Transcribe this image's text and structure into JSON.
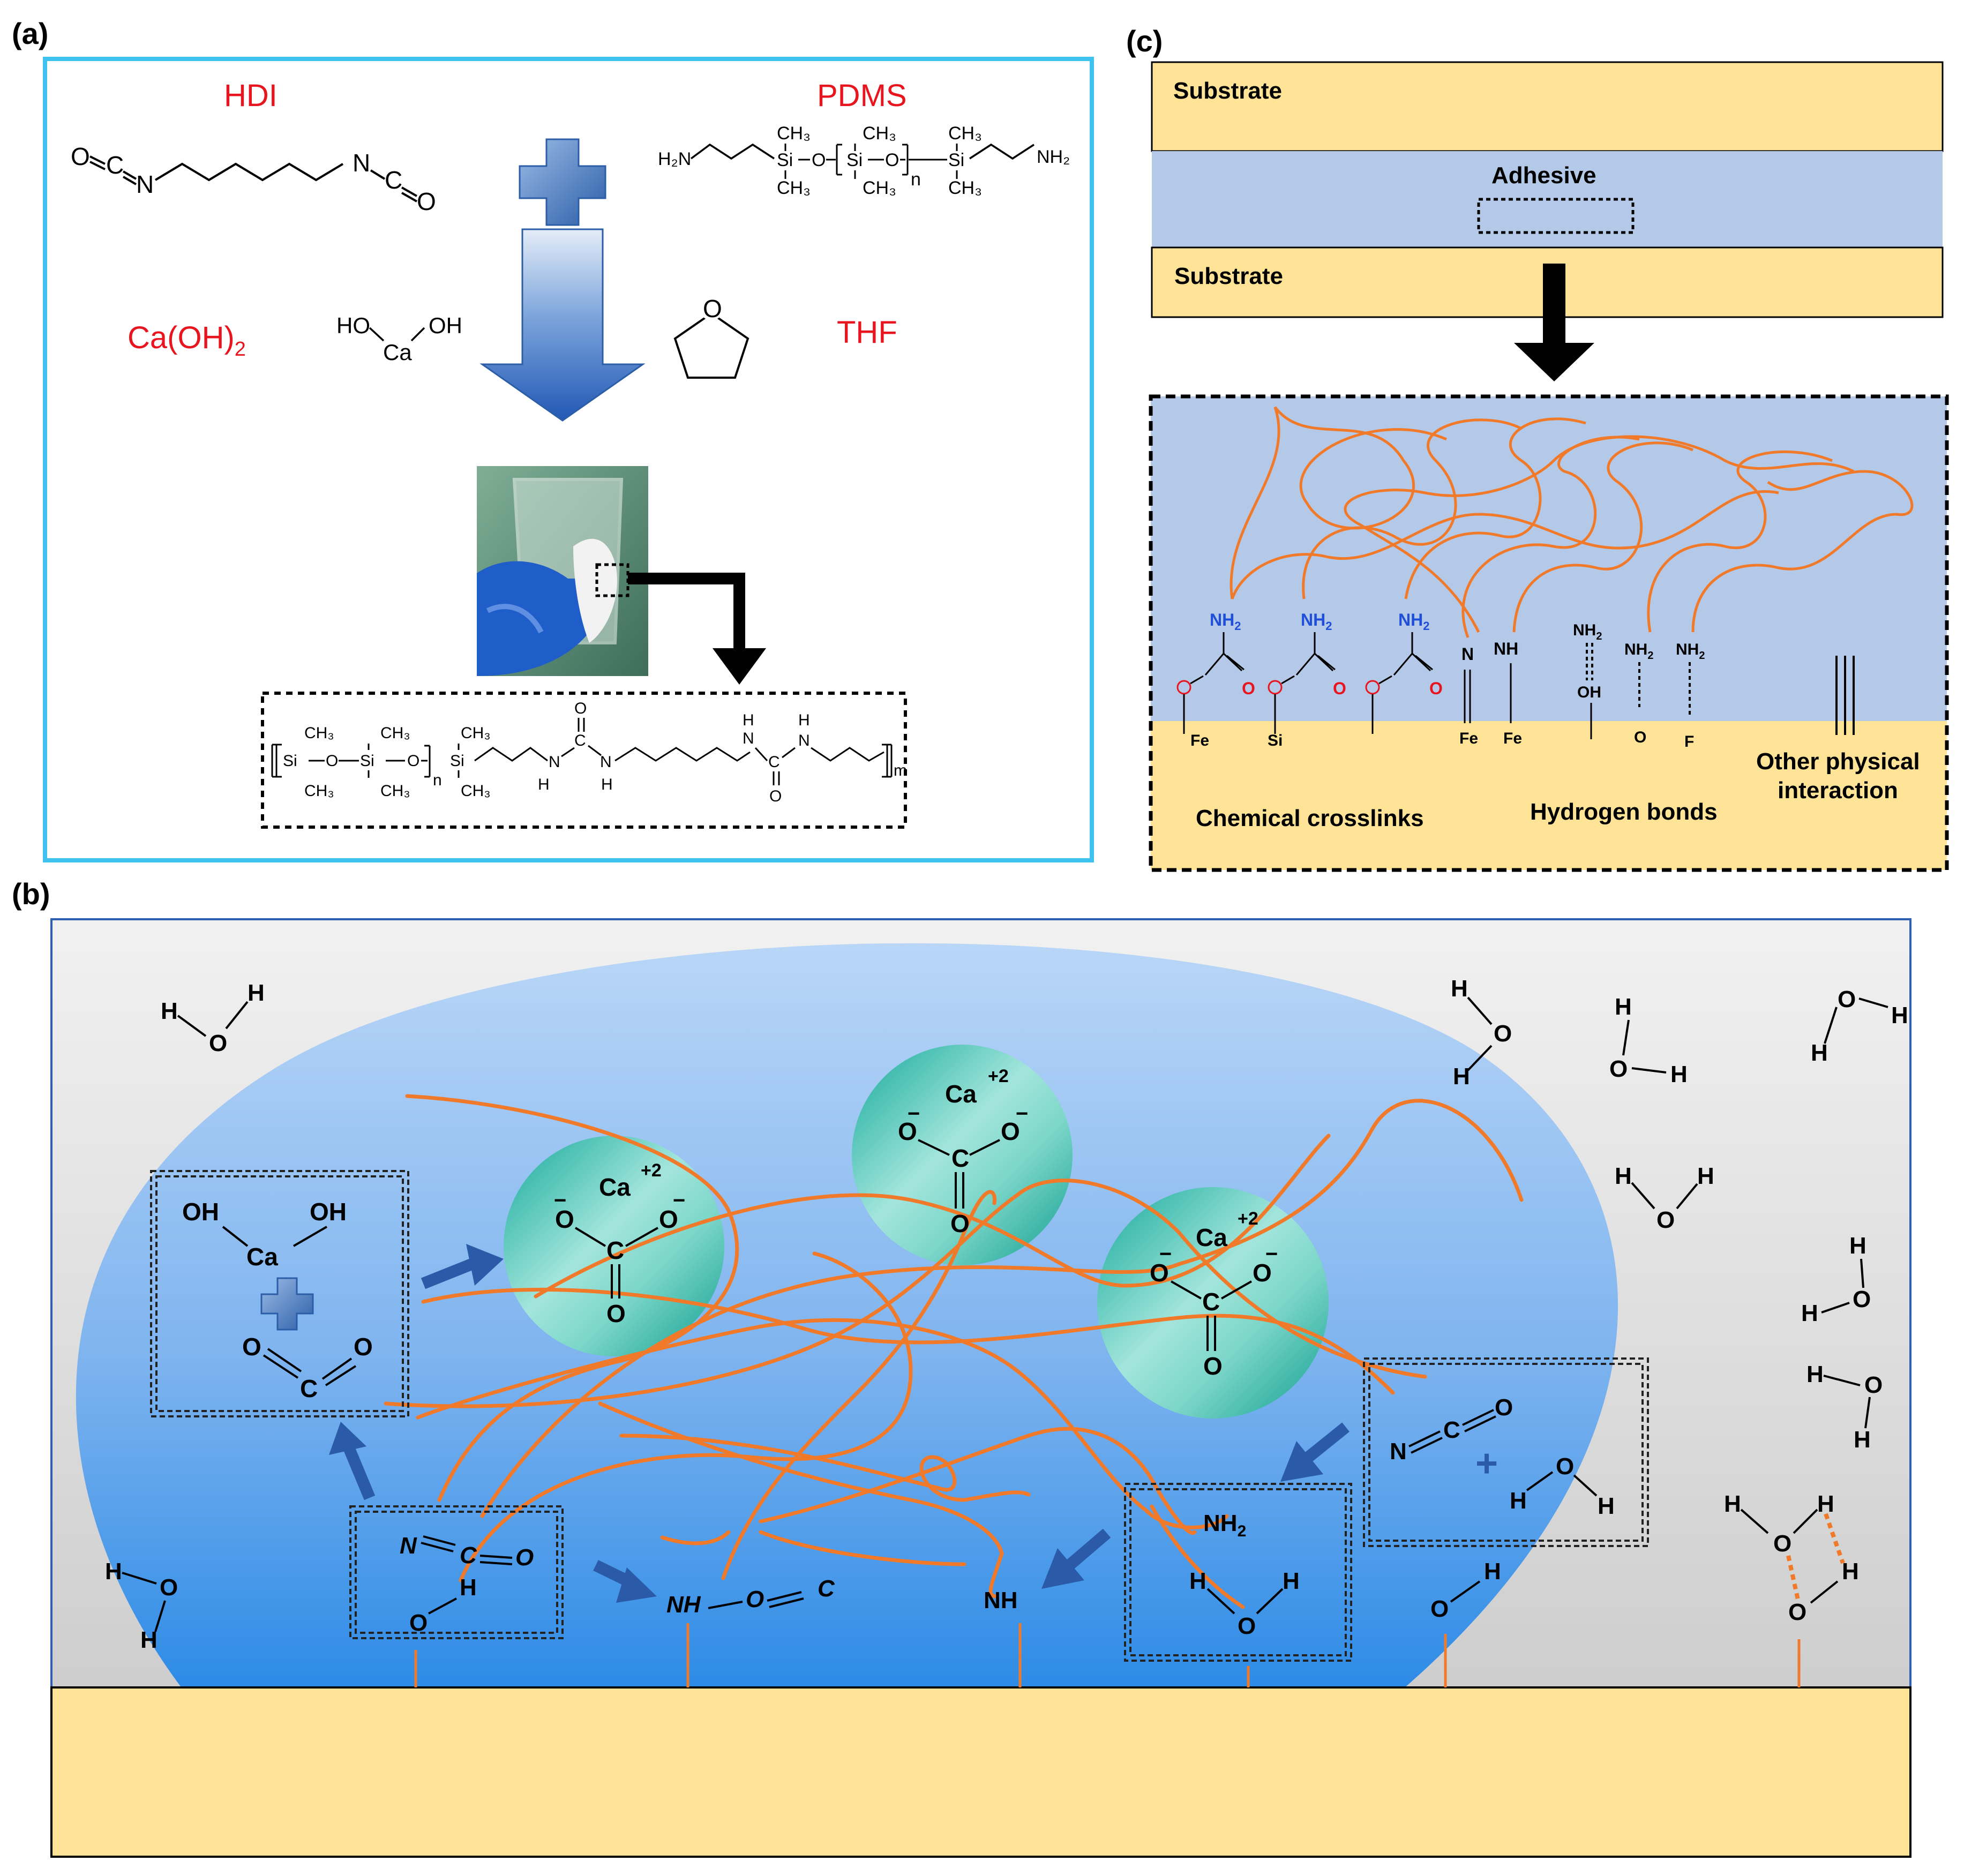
{
  "panel_a": {
    "label": "(a)",
    "hdi_label": "HDI",
    "pdms_label": "PDMS",
    "caoh2_label": "Ca(OH)",
    "caoh2_sub": "2",
    "thf_label": "THF",
    "colors": {
      "frame": "#3fc2ef",
      "reagent": "#e8151e",
      "arrow": "#2f6fc4",
      "plus": "#3a6fb5"
    },
    "hdi_formula": {
      "o_left": "O",
      "c_left": "C",
      "n_left": "N",
      "n_right": "N",
      "c_right": "C",
      "o_right": "O"
    },
    "pdms_formula": {
      "h2n": "H₂N",
      "ch3": "CH₃",
      "si": "Si",
      "o": "O",
      "n": "n",
      "nh2": "NH₂"
    },
    "caoh2_formula": {
      "ho": "HO",
      "oh": "OH",
      "ca": "Ca"
    },
    "thf_formula": {
      "o": "O"
    },
    "product_formula": {
      "ch3": "CH₃",
      "si": "Si",
      "o": "O",
      "n": "n",
      "nh": "N",
      "h": "H",
      "c": "C",
      "m": "m"
    },
    "photo_icon": "beaker-photo"
  },
  "panel_b": {
    "label": "(b)",
    "colors": {
      "chain": "#f07a2a",
      "arrow": "#2a5aa8",
      "ca_sphere": "#20b2a4",
      "substrate": "#ffe497",
      "frame": "#2f5fb0"
    },
    "ca_ion": "Ca",
    "charge": "+2",
    "o_minus": "O",
    "minus": "−",
    "c": "C",
    "o": "O",
    "oh": "OH",
    "h": "H",
    "n": "N",
    "nh": "NH",
    "nh2": "NH",
    "sub2": "2",
    "plus": "+"
  },
  "panel_c": {
    "label": "(c)",
    "substrate_top": "Substrate",
    "adhesive": "Adhesive",
    "substrate_bottom": "Substrate",
    "chemical_crosslinks": "Chemical crosslinks",
    "hydrogen_bonds": "Hydrogen bonds",
    "other_physical_1": "Other physical",
    "other_physical_2": "interaction",
    "nh2": "NH",
    "sub2": "2",
    "o": "O",
    "fe": "Fe",
    "si": "Si",
    "n": "N",
    "nh": "NH",
    "oh": "OH",
    "f": "F",
    "colors": {
      "substrate": "#ffe497",
      "adhesive": "#b4c9e8",
      "chain": "#f07a2a",
      "amine": "#1f4fd8",
      "oxygen": "#e8151e"
    }
  }
}
